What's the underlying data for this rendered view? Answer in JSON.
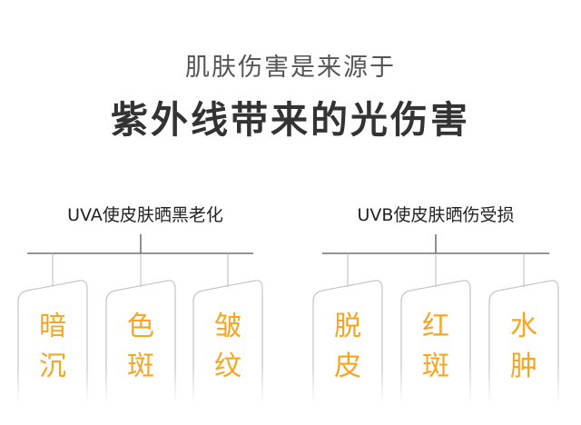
{
  "header": {
    "subtitle": "肌肤伤害是来源于",
    "title": "紫外线带来的光伤害"
  },
  "groups": [
    {
      "label": "UVA使皮肤晒黑老化",
      "items": [
        {
          "l1": "暗",
          "l2": "沉"
        },
        {
          "l1": "色",
          "l2": "斑"
        },
        {
          "l1": "皱",
          "l2": "纹"
        }
      ]
    },
    {
      "label": "UVB使皮肤晒伤受损",
      "items": [
        {
          "l1": "脱",
          "l2": "皮"
        },
        {
          "l1": "红",
          "l2": "斑"
        },
        {
          "l1": "水",
          "l2": "肿"
        }
      ]
    }
  ],
  "colors": {
    "accent": "#f6a623",
    "line": "#555555",
    "card": "#cccccc"
  }
}
